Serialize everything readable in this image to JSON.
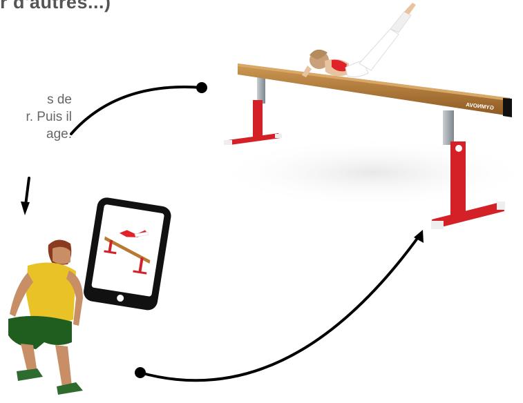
{
  "title_fragment": "r d'autres...)",
  "text_fragments": {
    "line1": "s de",
    "line2": "r. Puis il",
    "line3": "age."
  },
  "beam": {
    "brand_label": "GYMNOVA",
    "colors": {
      "wood": "#b77a33",
      "legs": "#d32127",
      "steel": "#9aa4ab"
    }
  },
  "tablet": {
    "color": "#111111"
  },
  "arrows": {
    "color": "#000000"
  }
}
